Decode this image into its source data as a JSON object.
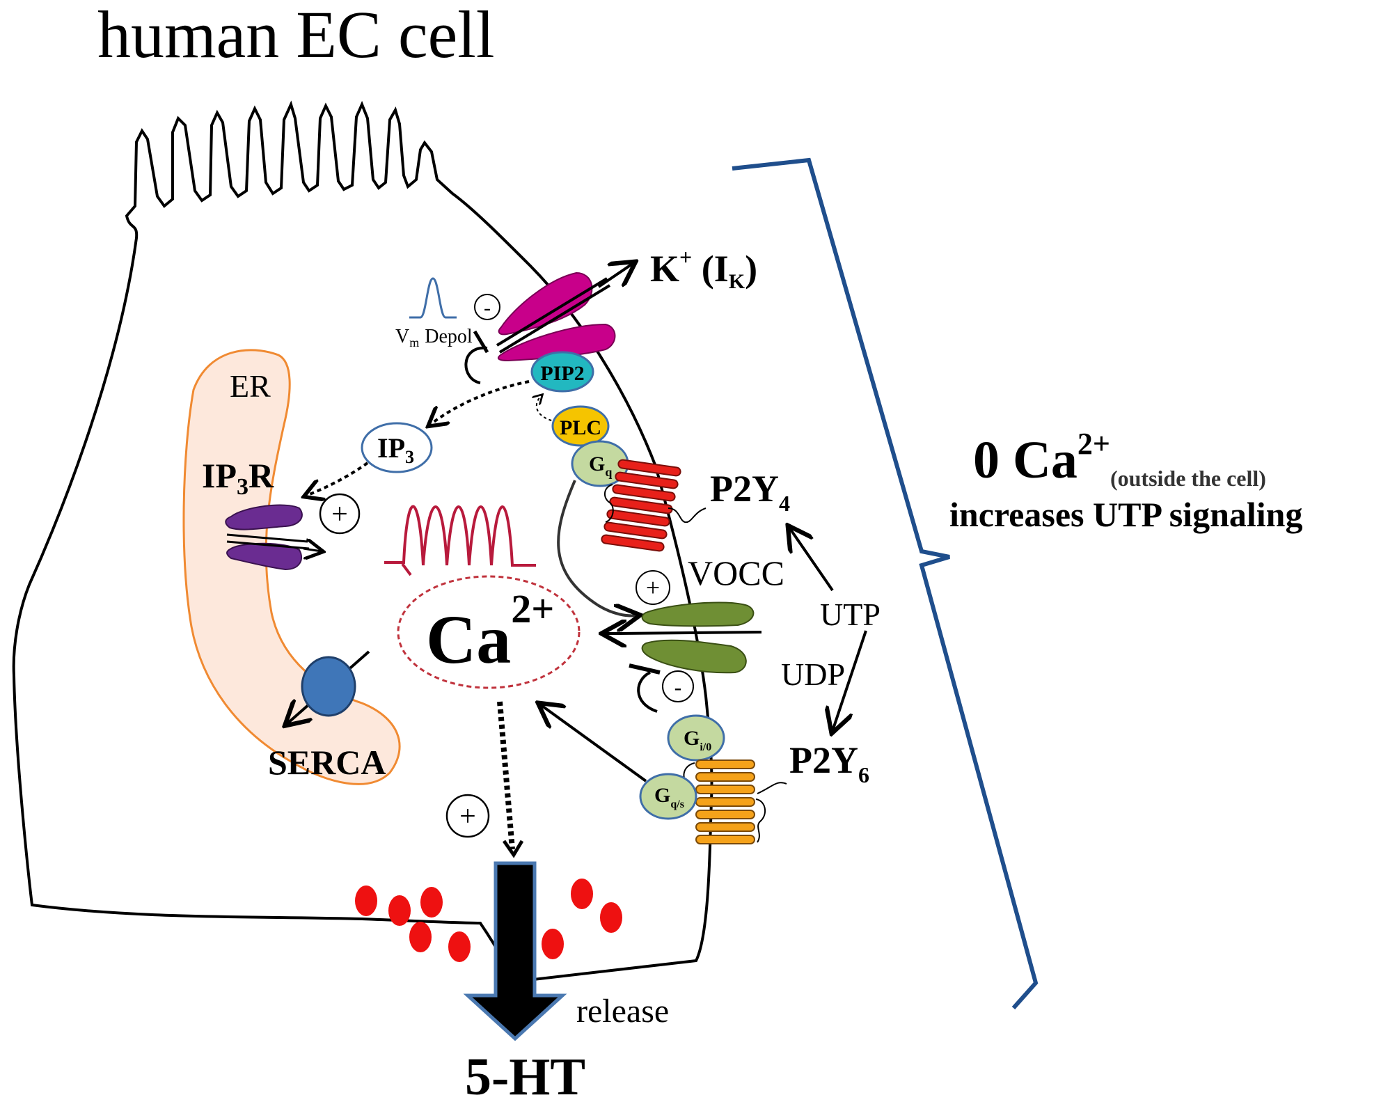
{
  "title": "human EC cell",
  "labels": {
    "er": "ER",
    "ip3r_main": "IP",
    "ip3r_sub": "3",
    "ip3r_tail": "R",
    "ip3_main": "IP",
    "ip3_sub": "3",
    "serca": "SERCA",
    "pip2": "PIP2",
    "plc": "PLC",
    "gq_main": "G",
    "gq_sub": "q",
    "gi0_main": "G",
    "gi0_sub": "i/0",
    "gqs_main": "G",
    "gqs_sub": "q/s",
    "k_main": "K",
    "k_sup": "+",
    "k_open": " (I",
    "k_sub": "K",
    "k_close": ")",
    "vm_main": "V",
    "vm_sub": "m",
    "depol": "Depol",
    "p2y4_main": "P2Y",
    "p2y4_sub": "4",
    "p2y6_main": "P2Y",
    "p2y6_sub": "6",
    "vocc": "VOCC",
    "utp": "UTP",
    "udp": "UDP",
    "ca_main": "Ca",
    "ca_sup": "2+",
    "release": "release",
    "ht": "5-HT",
    "plus": "+",
    "minus": "-"
  },
  "side_note": {
    "line1_main": "0 Ca",
    "line1_sup": "2+",
    "line1_sub": "(outside the cell)",
    "line2": "increases UTP signaling"
  },
  "colors": {
    "k_channel": "#c8008a",
    "pip2": "#22b8c0",
    "plc": "#f5c400",
    "g_protein": "#c4d9a0",
    "p2y4": "#e8201a",
    "p2y6": "#f5a21a",
    "vocc": "#6f8f34",
    "ip3r": "#6a2c91",
    "serca": "#3f76b8",
    "er_fill": "#fde8dc",
    "er_stroke": "#f08a32",
    "ca_ring": "#c0323c",
    "ca_wave": "#b81a3c",
    "vesicle": "#ee1111",
    "brace": "#1f4e8c",
    "arrow_5ht": "#000000",
    "arrow_5ht_border": "#4a78b0"
  }
}
